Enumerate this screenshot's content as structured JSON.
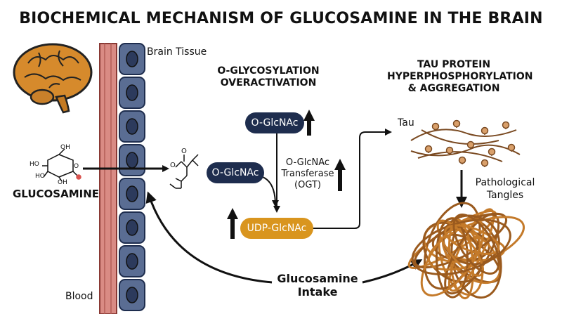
{
  "title": "BIOCHEMICAL MECHANISM OF GLUCOSAMINE IN THE BRAIN",
  "labels": {
    "brain_tissue": "Brain Tissue",
    "blood": "Blood",
    "glucosamine": "GLUCOSAMINE",
    "o_glyco_header_line1": "O-GLYCOSYLATION",
    "o_glyco_header_line2": "OVERACTIVATION",
    "tau_header_line1": "TAU PROTEIN",
    "tau_header_line2": "HYPERPHOSPHORYLATION",
    "tau_header_line3": "& AGGREGATION",
    "tau": "Tau",
    "ogt_line1": "O-GlcNAc",
    "ogt_line2": "Transferase",
    "ogt_line3": "(OGT)",
    "tangles_line1": "Pathological",
    "tangles_line2": "Tangles",
    "intake_line1": "Glucosamine",
    "intake_line2": "Intake"
  },
  "molecule_atoms": {
    "oh1": "OH",
    "oh2": "HO",
    "oh3": "HO",
    "oh4": "OH",
    "o_ring": "O",
    "ester_o1": "O",
    "ester_o2": "O"
  },
  "pills": {
    "oglcnac_top": "O-GlcNAc",
    "oglcnac_mid": "O-GlcNAc",
    "udp": "UDP-GlcNAc"
  },
  "colors": {
    "navy": "#1e2d4e",
    "gold": "#d9951e",
    "blood_vessel": "#d98b84",
    "tissue_cell": "#3a4a6b",
    "tau_fiber": "#d9a06b",
    "brain": "#d68a2c"
  }
}
